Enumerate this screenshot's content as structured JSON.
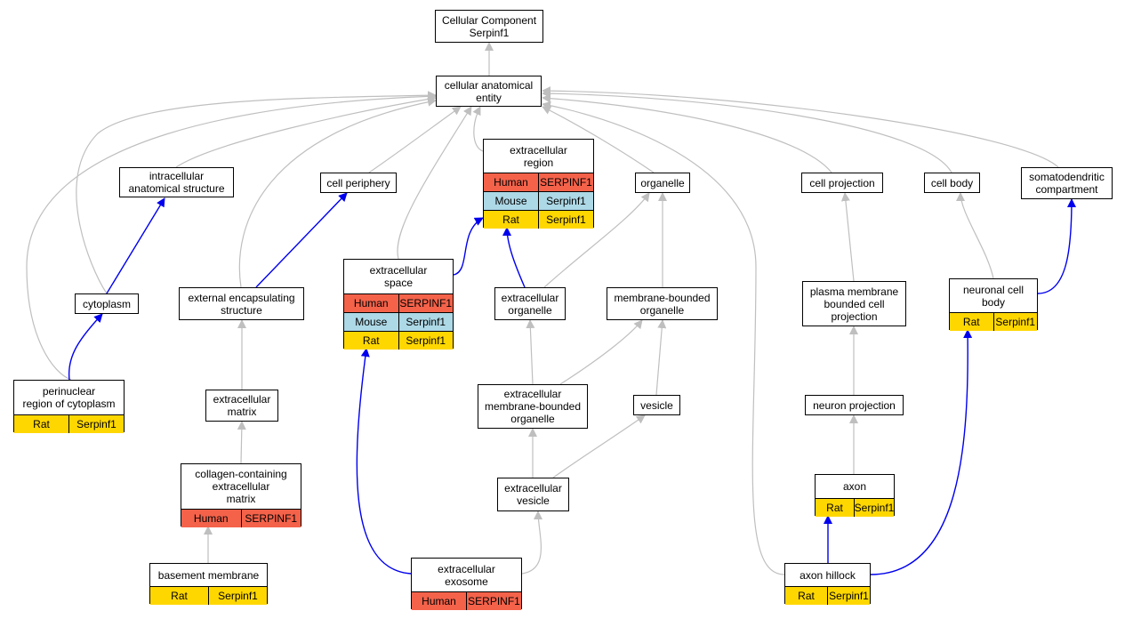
{
  "colors": {
    "human": "#f4624a",
    "mouse": "#add8e6",
    "rat": "#ffd700",
    "is_a_edge": "#bfbfbf",
    "part_of_edge": "#0000ee"
  },
  "nodes": [
    {
      "id": "root",
      "label": "Cellular Component\nSerpinf1"
    },
    {
      "id": "cae",
      "label": "cellular anatomical\nentity"
    },
    {
      "id": "ias",
      "label": "intracellular\nanatomical structure"
    },
    {
      "id": "cper",
      "label": "cell periphery"
    },
    {
      "id": "ecr",
      "label": "extracellular\nregion",
      "rows": [
        {
          "species": "Human",
          "gene": "SERPINF1"
        },
        {
          "species": "Mouse",
          "gene": "Serpinf1"
        },
        {
          "species": "Rat",
          "gene": "Serpinf1"
        }
      ]
    },
    {
      "id": "org",
      "label": "organelle"
    },
    {
      "id": "cproj",
      "label": "cell projection"
    },
    {
      "id": "cbody",
      "label": "cell body"
    },
    {
      "id": "sdc",
      "label": "somatodendritic\ncompartment"
    },
    {
      "id": "ecs",
      "label": "extracellular\nspace",
      "rows": [
        {
          "species": "Human",
          "gene": "SERPINF1"
        },
        {
          "species": "Mouse",
          "gene": "Serpinf1"
        },
        {
          "species": "Rat",
          "gene": "Serpinf1"
        }
      ]
    },
    {
      "id": "cyto",
      "label": "cytoplasm"
    },
    {
      "id": "ees",
      "label": "external encapsulating\nstructure"
    },
    {
      "id": "eco",
      "label": "extracellular\norganelle"
    },
    {
      "id": "mbo",
      "label": "membrane-bounded\norganelle"
    },
    {
      "id": "pmbcp",
      "label": "plasma membrane\nbounded cell\nprojection"
    },
    {
      "id": "ncb",
      "label": "neuronal cell\nbody",
      "rows": [
        {
          "species": "Rat",
          "gene": "Serpinf1"
        }
      ]
    },
    {
      "id": "prc",
      "label": "perinuclear\nregion of cytoplasm",
      "rows": [
        {
          "species": "Rat",
          "gene": "Serpinf1"
        }
      ]
    },
    {
      "id": "ecm",
      "label": "extracellular\nmatrix"
    },
    {
      "id": "embo",
      "label": "extracellular\nmembrane-bounded\norganelle"
    },
    {
      "id": "ves",
      "label": "vesicle"
    },
    {
      "id": "np",
      "label": "neuron projection"
    },
    {
      "id": "ccem",
      "label": "collagen-containing\nextracellular\nmatrix",
      "rows": [
        {
          "species": "Human",
          "gene": "SERPINF1"
        }
      ]
    },
    {
      "id": "ecv",
      "label": "extracellular\nvesicle"
    },
    {
      "id": "axon",
      "label": "axon",
      "rows": [
        {
          "species": "Rat",
          "gene": "Serpinf1"
        }
      ]
    },
    {
      "id": "bm",
      "label": "basement membrane",
      "rows": [
        {
          "species": "Rat",
          "gene": "Serpinf1"
        }
      ]
    },
    {
      "id": "exo",
      "label": "extracellular\nexosome",
      "rows": [
        {
          "species": "Human",
          "gene": "SERPINF1"
        }
      ]
    },
    {
      "id": "ah",
      "label": "axon hillock",
      "rows": [
        {
          "species": "Rat",
          "gene": "Serpinf1"
        }
      ]
    }
  ],
  "edges": [
    {
      "from": "cae",
      "to": "root",
      "rel": "is_a"
    },
    {
      "from": "ias",
      "to": "cae",
      "rel": "is_a"
    },
    {
      "from": "cper",
      "to": "cae",
      "rel": "is_a"
    },
    {
      "from": "ecr",
      "to": "cae",
      "rel": "is_a"
    },
    {
      "from": "org",
      "to": "cae",
      "rel": "is_a"
    },
    {
      "from": "cproj",
      "to": "cae",
      "rel": "is_a"
    },
    {
      "from": "cbody",
      "to": "cae",
      "rel": "is_a"
    },
    {
      "from": "sdc",
      "to": "cae",
      "rel": "is_a"
    },
    {
      "from": "cyto",
      "to": "cae",
      "rel": "is_a"
    },
    {
      "from": "prc",
      "to": "cae",
      "rel": "is_a"
    },
    {
      "from": "ees",
      "to": "cae",
      "rel": "is_a"
    },
    {
      "from": "ecs",
      "to": "cae",
      "rel": "is_a"
    },
    {
      "from": "ah",
      "to": "cae",
      "rel": "is_a"
    },
    {
      "from": "cyto",
      "to": "ias",
      "rel": "part_of"
    },
    {
      "from": "ees",
      "to": "cper",
      "rel": "part_of"
    },
    {
      "from": "ecs",
      "to": "ecr",
      "rel": "part_of"
    },
    {
      "from": "eco",
      "to": "ecr",
      "rel": "part_of"
    },
    {
      "from": "eco",
      "to": "org",
      "rel": "is_a"
    },
    {
      "from": "mbo",
      "to": "org",
      "rel": "is_a"
    },
    {
      "from": "pmbcp",
      "to": "cproj",
      "rel": "is_a"
    },
    {
      "from": "ncb",
      "to": "cbody",
      "rel": "is_a"
    },
    {
      "from": "ncb",
      "to": "sdc",
      "rel": "part_of"
    },
    {
      "from": "prc",
      "to": "cyto",
      "rel": "part_of"
    },
    {
      "from": "ecm",
      "to": "ees",
      "rel": "is_a"
    },
    {
      "from": "embo",
      "to": "eco",
      "rel": "is_a"
    },
    {
      "from": "embo",
      "to": "mbo",
      "rel": "is_a"
    },
    {
      "from": "ves",
      "to": "mbo",
      "rel": "is_a"
    },
    {
      "from": "np",
      "to": "pmbcp",
      "rel": "is_a"
    },
    {
      "from": "ccem",
      "to": "ecm",
      "rel": "is_a"
    },
    {
      "from": "ecv",
      "to": "embo",
      "rel": "is_a"
    },
    {
      "from": "ecv",
      "to": "ves",
      "rel": "is_a"
    },
    {
      "from": "axon",
      "to": "np",
      "rel": "is_a"
    },
    {
      "from": "bm",
      "to": "ccem",
      "rel": "is_a"
    },
    {
      "from": "exo",
      "to": "ecs",
      "rel": "part_of"
    },
    {
      "from": "exo",
      "to": "ecv",
      "rel": "is_a"
    },
    {
      "from": "ah",
      "to": "axon",
      "rel": "part_of"
    },
    {
      "from": "ah",
      "to": "ncb",
      "rel": "part_of"
    }
  ]
}
